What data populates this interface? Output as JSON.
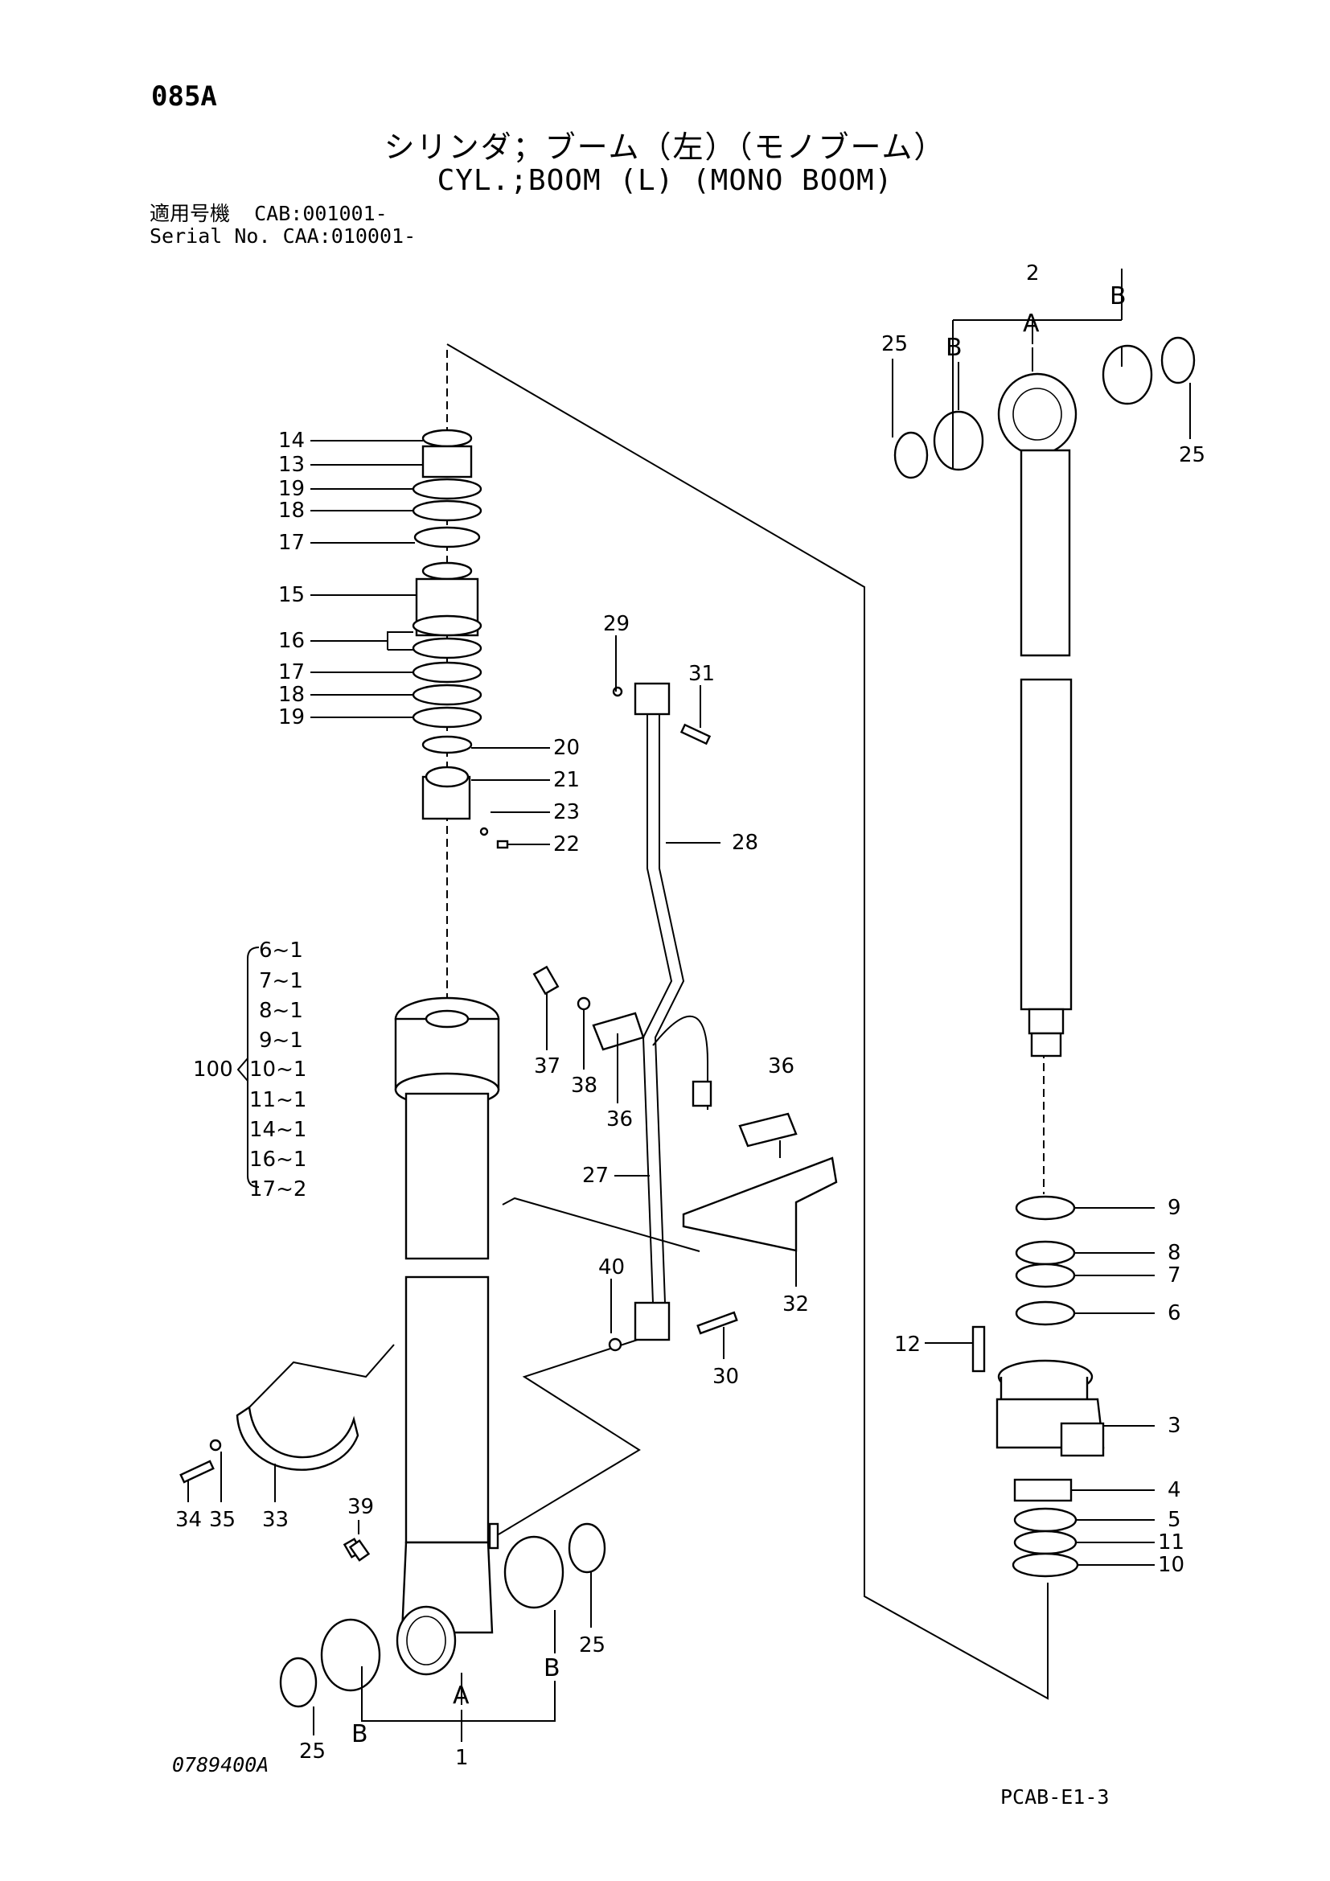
{
  "header": {
    "page_code": "085A",
    "title_jp": "シリンダ；ブーム（左）（モノブーム）",
    "title_en": "CYL.;BOOM (L) (MONO BOOM)",
    "serial_label_jp": "適用号機",
    "serial_label_en": "Serial No.",
    "serial_range_1": "CAB:001001-",
    "serial_range_2": "CAA:010001-"
  },
  "footer": {
    "drawing_no": "0789400A",
    "sheet_id": "PCAB-E1-3"
  },
  "callouts": {
    "c14": "14",
    "c13": "13",
    "c19a": "19",
    "c18a": "18",
    "c17a": "17",
    "c15": "15",
    "c16": "16",
    "c17b": "17",
    "c18b": "18",
    "c19b": "19",
    "c20": "20",
    "c21": "21",
    "c23": "23",
    "c22": "22",
    "c29": "29",
    "c31": "31",
    "c28": "28",
    "c37": "37",
    "c38": "38",
    "c36a": "36",
    "c36b": "36",
    "c27": "27",
    "c32": "32",
    "c40": "40",
    "c30": "30",
    "c34": "34",
    "c35": "35",
    "c33": "33",
    "c39": "39",
    "c25a": "25",
    "c25b": "25",
    "c25c": "25",
    "c25d": "25",
    "c1": "1",
    "c2": "2",
    "c9": "9",
    "c8": "8",
    "c7": "7",
    "c6": "6",
    "c12": "12",
    "c3": "3",
    "c4": "4",
    "c5": "5",
    "c11": "11",
    "c10": "10",
    "c100": "100",
    "letterA1": "A",
    "letterB1": "B",
    "letterB2": "B",
    "letterA2": "A",
    "letterB3": "B",
    "letterB4": "B"
  },
  "kit_100": [
    "6~1",
    "7~1",
    "8~1",
    "9~1",
    "10~1",
    "11~1",
    "14~1",
    "16~1",
    "17~2"
  ]
}
